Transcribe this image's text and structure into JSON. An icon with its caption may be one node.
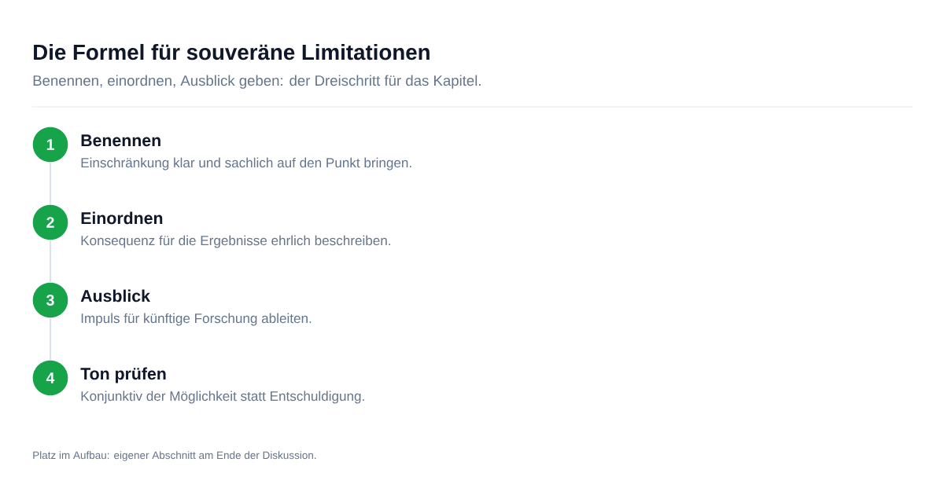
{
  "diagram": {
    "title": "Die Formel für souveräne Limitationen",
    "nodes": [
      {
        "text": [
          "1"
        ],
        "beside": [
          "Benennen",
          "Einschränkung klar und sachlich auf den Punkt bringen."
        ]
      },
      {
        "text": [
          "2"
        ],
        "beside": [
          "Einordnen",
          "Konsequenz für die Ergebnisse ehrlich beschreiben."
        ]
      },
      {
        "text": [
          "3"
        ],
        "beside": [
          "Ausblick",
          "Impuls für künftige Forschung ableiten."
        ]
      },
      {
        "text": [
          "4"
        ],
        "beside": [
          "Ton prüfen",
          "Konjunktiv der Möglichkeit statt Entschuldigung."
        ]
      }
    ],
    "edges": [
      {
        "from": 0,
        "to": 1,
        "arrow": "none"
      },
      {
        "from": 1,
        "to": 2,
        "arrow": "none"
      },
      {
        "from": 2,
        "to": 3,
        "arrow": "none"
      }
    ],
    "labels": [
      "Benennen, einordnen, Ausblick geben: der Dreischritt für das Kapitel.",
      "Platz im Aufbau: eigener Abschnitt am Ende der Diskussion."
    ]
  }
}
